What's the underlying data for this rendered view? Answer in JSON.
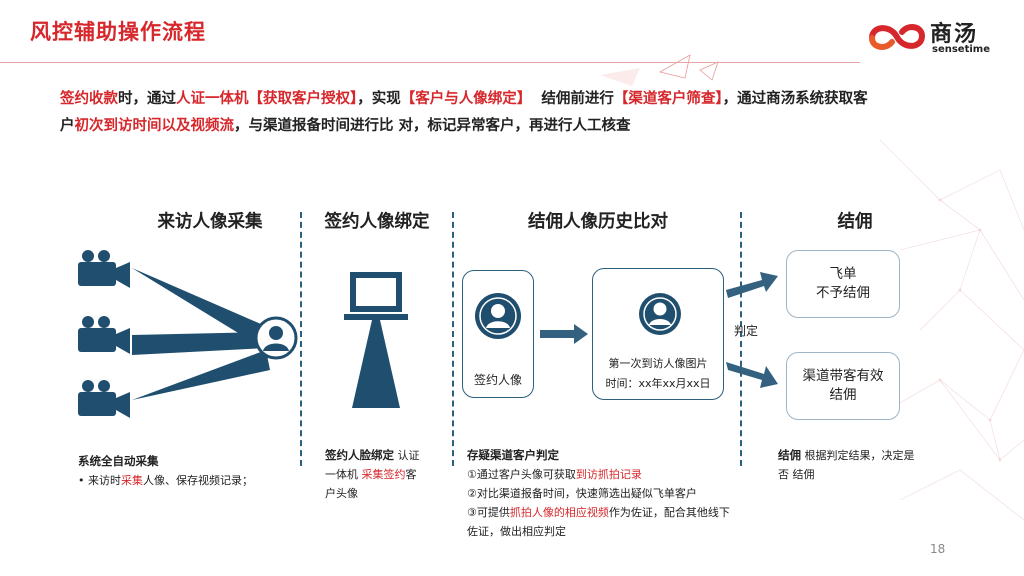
{
  "header": {
    "title": "风控辅助操作流程"
  },
  "logo": {
    "name_cn": "商汤",
    "name_en": "sensetime"
  },
  "intro": {
    "segments": [
      {
        "text": "签约收款",
        "red": true
      },
      {
        "text": "时，通过",
        "red": false
      },
      {
        "text": "人证一体机【获取客户授权】",
        "red": true
      },
      {
        "text": "，实现",
        "red": false
      },
      {
        "text": "【客户与人像绑定】",
        "red": true
      },
      {
        "text": "  结佣前进行",
        "red": false
      },
      {
        "text": "【渠道客户筛查】",
        "red": true
      },
      {
        "text": "，通过商汤系统获取客户",
        "red": false
      },
      {
        "text": "初次到访时间以及视频流",
        "red": true
      },
      {
        "text": "，与渠道报备时间进行比 对，标记异常客户，再进行人工核查",
        "red": false
      }
    ]
  },
  "sections": {
    "capture": {
      "title": "来访人像采集",
      "desc_title": "系统全自动采集",
      "desc_parts": [
        {
          "text": "来访时",
          "red": false
        },
        {
          "text": "采集",
          "red": true
        },
        {
          "text": "人像、保存视频记录；",
          "red": false
        }
      ]
    },
    "bind": {
      "title": "签约人像绑定",
      "desc_parts": [
        {
          "text": "签约人脸绑定",
          "bold": true,
          "red": false
        },
        {
          "text": " 认证一体机 ",
          "bold": false,
          "red": false
        },
        {
          "text": "采集签约",
          "bold": false,
          "red": true
        },
        {
          "text": "客户头像",
          "bold": false,
          "red": false
        }
      ]
    },
    "compare": {
      "title": "结佣人像历史比对",
      "card1_label": "签约人像",
      "card2_line1": "第一次到访人像图片",
      "card2_line2": "时间：xx年xx月xx日",
      "judge_label": "判定",
      "desc_title": "存疑渠道客户判定",
      "lines": [
        [
          {
            "text": "①通过客户头像可获取",
            "red": false
          },
          {
            "text": "到访抓拍记录",
            "red": true
          }
        ],
        [
          {
            "text": "②对比渠道报备时间，快速筛选出疑似飞单客户",
            "red": false
          }
        ],
        [
          {
            "text": "③可提供",
            "red": false
          },
          {
            "text": "抓拍人像的相应视频",
            "red": true
          },
          {
            "text": "作为佐证，配合其他线下佐证，做出相应判定",
            "red": false
          }
        ]
      ]
    },
    "settle": {
      "title": "结佣",
      "result1": [
        "飞单",
        "不予结佣"
      ],
      "result2": [
        "渠道带客有效",
        "结佣"
      ],
      "desc_bold": "结佣",
      "desc_rest": " 根据判定结果，决定是否 结佣"
    }
  },
  "page_number": "18",
  "colors": {
    "accent_red": "#d6282c",
    "navy": "#1f4e6e",
    "slate": "#34617f"
  }
}
